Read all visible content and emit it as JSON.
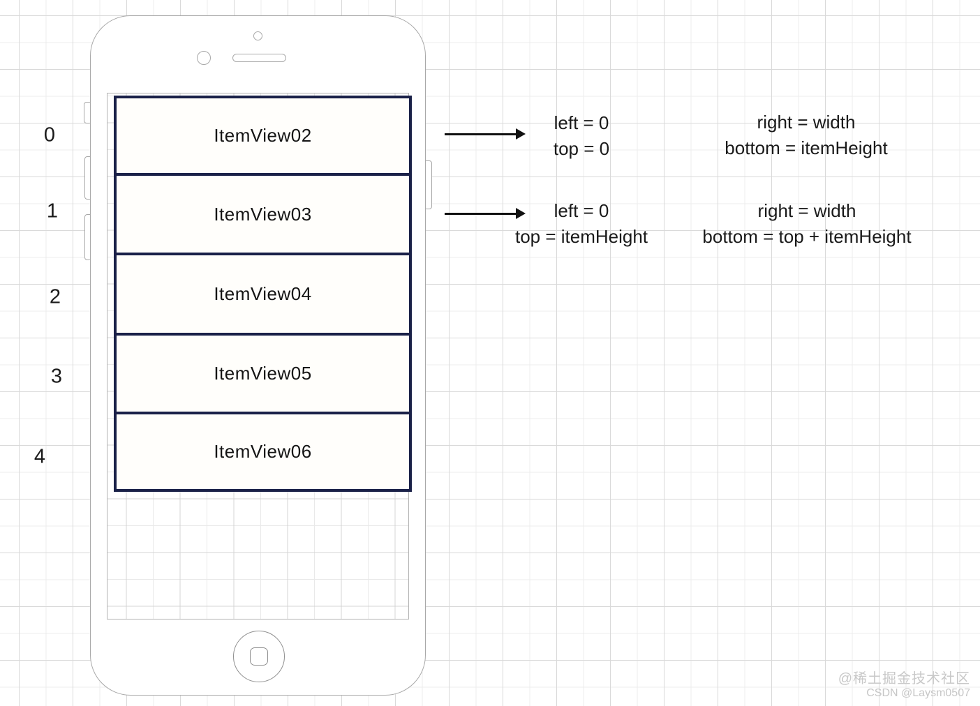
{
  "diagram": {
    "index_labels": [
      "0",
      "1",
      "2",
      "3",
      "4"
    ],
    "list_items": [
      "ItemView02",
      "ItemView03",
      "ItemView04",
      "ItemView05",
      "ItemView06"
    ],
    "annotations": {
      "row1": {
        "left_col": {
          "line1": "left = 0",
          "line2": "top = 0"
        },
        "right_col": {
          "line1": "right = width",
          "line2": "bottom = itemHeight"
        }
      },
      "row2": {
        "left_col": {
          "line1": "left = 0",
          "line2": "top = itemHeight"
        },
        "right_col": {
          "line1": "right = width",
          "line2": "bottom = top + itemHeight"
        }
      }
    },
    "watermark": {
      "line1": "@稀土掘金技术社区",
      "line2": "CSDN @Laysm0507"
    },
    "colors": {
      "item_border": "#1a2148",
      "item_fill": "#fffefb",
      "grid_line": "#e0e0e0",
      "phone_outline": "#a8a8a8",
      "annotation_text": "#1a1a1a",
      "watermark_text": "#c8c8c8"
    }
  }
}
